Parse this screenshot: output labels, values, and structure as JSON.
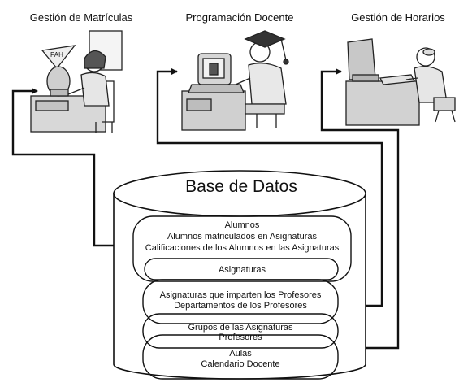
{
  "stations": [
    {
      "label": "Gestión de Matrículas",
      "icon": "student-at-computer-icon"
    },
    {
      "label": "Programación Docente",
      "icon": "graduate-at-computer-icon"
    },
    {
      "label": "Gestión de Horarios",
      "icon": "scheduler-at-computer-icon"
    }
  ],
  "database": {
    "title": "Base de Datos",
    "groups": [
      {
        "lines": [
          "Alumnos",
          "Alumnos matriculados en Asignaturas",
          "Calificaciones de los Alumnos en las Asignaturas"
        ]
      },
      {
        "lines": [
          "Asignaturas"
        ]
      },
      {
        "lines": [
          "Asignaturas que imparten los Profesores",
          "Departamentos de los Profesores"
        ]
      },
      {
        "lines": [
          "Grupos de las Asignaturas",
          "Profesores"
        ]
      },
      {
        "lines": [
          "Aulas",
          "Calendario Docente"
        ]
      }
    ]
  }
}
